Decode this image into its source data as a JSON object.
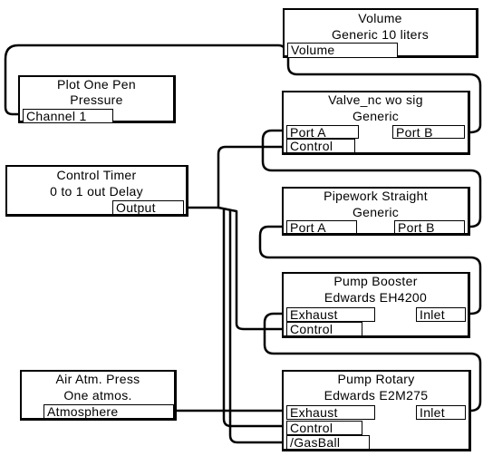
{
  "blocks": {
    "volume": {
      "line1": "Volume",
      "line2": "Generic 10 liters",
      "ports": {
        "volume": "Volume"
      }
    },
    "plot": {
      "line1": "Plot One Pen",
      "line2": "Pressure",
      "ports": {
        "channel1": "Channel 1"
      }
    },
    "valve": {
      "line1": "Valve_nc wo sig",
      "line2": "Generic",
      "ports": {
        "port_a": "Port A",
        "port_b": "Port B",
        "control": "Control"
      }
    },
    "timer": {
      "line1": "Control Timer",
      "line2": "0 to 1 out Delay",
      "ports": {
        "output": "Output"
      }
    },
    "pipework": {
      "line1": "Pipework Straight",
      "line2": "Generic",
      "ports": {
        "port_a": "Port A",
        "port_b": "Port B"
      }
    },
    "booster": {
      "line1": "Pump Booster",
      "line2": "Edwards EH4200",
      "ports": {
        "exhaust": "Exhaust",
        "inlet": "Inlet",
        "control": "Control"
      }
    },
    "air": {
      "line1": "Air Atm. Press",
      "line2": "One atmos.",
      "ports": {
        "atmosphere": "Atmosphere"
      }
    },
    "rotary": {
      "line1": "Pump Rotary",
      "line2": "Edwards E2M275",
      "ports": {
        "exhaust": "Exhaust",
        "inlet": "Inlet",
        "control": "Control",
        "gasball": "/GasBall"
      }
    }
  },
  "colors": {
    "wire": "#000000",
    "block_border": "#000000",
    "background": "#ffffff"
  }
}
